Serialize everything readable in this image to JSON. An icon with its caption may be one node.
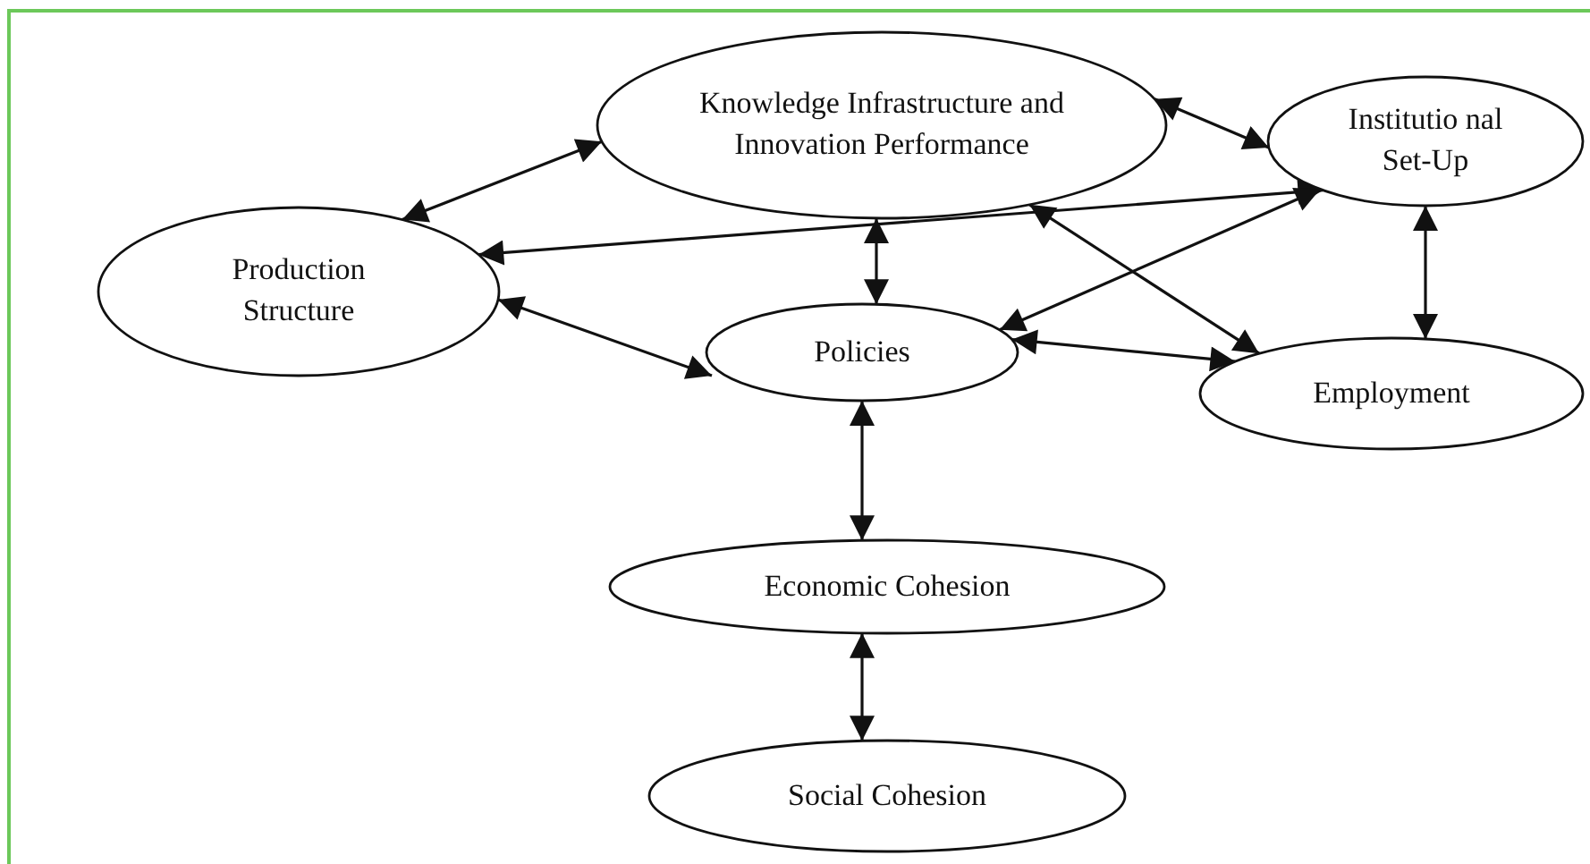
{
  "diagram": {
    "nodes": [
      {
        "text": [
          "Knowledge Infrastructure and Innovation Performance"
        ]
      },
      {
        "text": [
          "Institutio nal Set-Up"
        ]
      },
      {
        "text": [
          "Production Structure"
        ]
      },
      {
        "text": [
          "Policies"
        ]
      },
      {
        "text": [
          "Employment"
        ]
      },
      {
        "text": [
          "Economic Cohesion"
        ]
      },
      {
        "text": [
          "Social Cohesion"
        ]
      }
    ],
    "edges": [
      {
        "from": 2,
        "to": 0,
        "arrow": "both"
      },
      {
        "from": 0,
        "to": 1,
        "arrow": "both"
      },
      {
        "from": 1,
        "to": 2,
        "arrow": "both"
      },
      {
        "from": 0,
        "to": 3,
        "arrow": "both"
      },
      {
        "from": 1,
        "to": 3,
        "arrow": "both"
      },
      {
        "from": 0,
        "to": 4,
        "arrow": "both"
      },
      {
        "from": 1,
        "to": 4,
        "arrow": "both"
      },
      {
        "from": 2,
        "to": 3,
        "arrow": "both"
      },
      {
        "from": 3,
        "to": 4,
        "arrow": "both"
      },
      {
        "from": 3,
        "to": 5,
        "arrow": "both"
      },
      {
        "from": 5,
        "to": 6,
        "arrow": "both"
      }
    ]
  }
}
